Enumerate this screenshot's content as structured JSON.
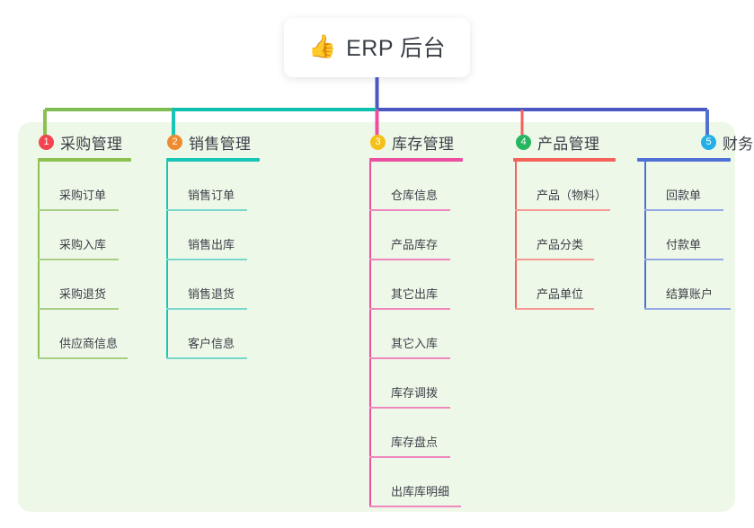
{
  "diagram": {
    "type": "mind-map",
    "root": {
      "icon": "thumbs-up-emoji",
      "emoji": "👍",
      "title": "ERP 后台"
    },
    "palette": {
      "canvas_background": "#eef8e8",
      "page_background": "#ffffff",
      "text": "#3b4049",
      "bus_green": "#7dbd52",
      "bus_teal": "#11bfae",
      "bus_indigo": "#4a58c4"
    },
    "branches": [
      {
        "index": "1",
        "title": "采购管理",
        "badge_color": "#f2444f",
        "line_color": "#8cc152",
        "items": [
          "采购订单",
          "采购入库",
          "采购退货",
          "供应商信息"
        ]
      },
      {
        "index": "2",
        "title": "销售管理",
        "badge_color": "#f08a2e",
        "line_color": "#19c5b6",
        "items": [
          "销售订单",
          "销售出库",
          "销售退货",
          "客户信息"
        ]
      },
      {
        "index": "3",
        "title": "库存管理",
        "badge_color": "#f5c019",
        "line_color": "#ec4ea0",
        "items": [
          "仓库信息",
          "产品库存",
          "其它出库",
          "其它入库",
          "库存调拨",
          "库存盘点",
          "出库库明细"
        ]
      },
      {
        "index": "4",
        "title": "产品管理",
        "badge_color": "#27b660",
        "line_color": "#f4625c",
        "items": [
          "产品（物料）",
          "产品分类",
          "产品单位"
        ]
      },
      {
        "index": "5",
        "title": "财务管理",
        "badge_color": "#24b0e6",
        "line_color": "#5170d6",
        "items": [
          "回款单",
          "付款单",
          "结算账户"
        ]
      }
    ]
  }
}
